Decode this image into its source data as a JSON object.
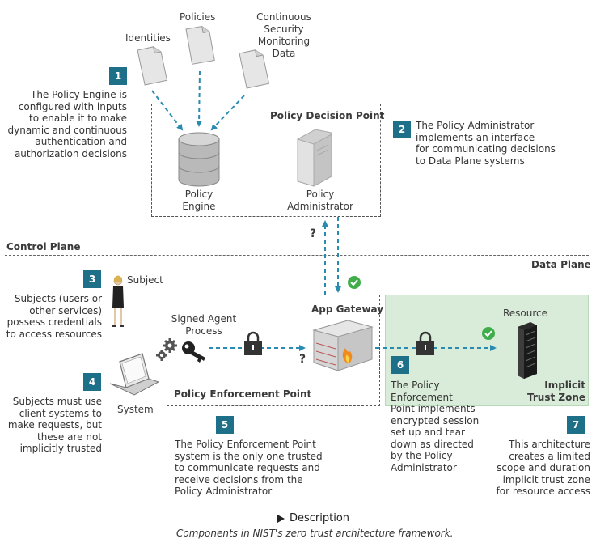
{
  "labels": {
    "identities": "Identities",
    "policies": "Policies",
    "monitoring": [
      "Continuous",
      "Security",
      "Monitoring",
      "Data"
    ],
    "policy_decision_point": "Policy Decision Point",
    "policy_engine": [
      "Policy",
      "Engine"
    ],
    "policy_administrator": [
      "Policy",
      "Administrator"
    ],
    "control_plane": "Control Plane",
    "data_plane": "Data Plane",
    "subject": "Subject",
    "system": "System",
    "signed_agent_process": [
      "Signed Agent",
      "Process"
    ],
    "app_gateway": "App Gateway",
    "policy_enforcement_point": "Policy Enforcement Point",
    "resource": "Resource",
    "implicit_trust_zone": [
      "Implicit",
      "Trust Zone"
    ],
    "question_mark": "?"
  },
  "steps": [
    {
      "num": "1",
      "text": [
        "The Policy Engine is",
        "configured with inputs",
        "to enable it to make",
        "dynamic and continuous",
        "authentication and",
        "authorization decisions"
      ]
    },
    {
      "num": "2",
      "text": [
        "The Policy Administrator",
        "implements an interface",
        "for communicating decisions",
        "to Data Plane systems"
      ]
    },
    {
      "num": "3",
      "text": [
        "Subjects (users or",
        "other services)",
        "possess credentials",
        "to access resources"
      ]
    },
    {
      "num": "4",
      "text": [
        "Subjects must use",
        "client systems to",
        "make requests, but",
        "these are not",
        "implicitly trusted"
      ]
    },
    {
      "num": "5",
      "text": [
        "The Policy Enforcement Point",
        "system is the only one trusted",
        "to communicate requests and",
        "receive decisions from the",
        "Policy Administrator"
      ]
    },
    {
      "num": "6",
      "text": [
        "The Policy",
        "Enforcement",
        "Point implements",
        "encrypted session",
        "set up and tear",
        "down as directed",
        "by the Policy",
        "Administrator"
      ]
    },
    {
      "num": "7",
      "text": [
        "This architecture",
        "creates a limited",
        "scope and duration",
        "implicit trust zone",
        "for resource access"
      ]
    }
  ],
  "description_toggle": "Description",
  "caption": "Components in NIST's zero trust architecture framework.",
  "colors": {
    "badge": "#1e6f88",
    "arrow": "#2a8bb0",
    "check": "#3fae4a",
    "zone": "#d9ecd9"
  }
}
